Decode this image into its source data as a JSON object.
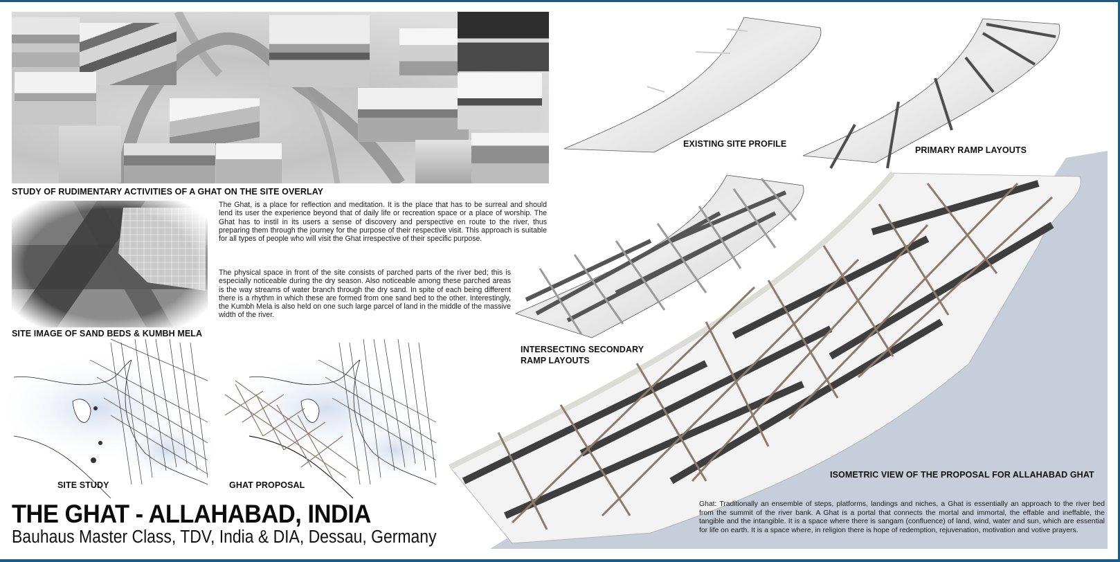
{
  "board": {
    "title": "THE GHAT - ALLAHABAD, INDIA",
    "subtitle": "Bauhaus Master Class, TDV, India & DIA, Dessau, Germany",
    "colors": {
      "frame": "#1d5a86",
      "water": "#c5ced9",
      "ramp_dark": "#4b4b4b",
      "ramp_timber": "#8d7a6b"
    }
  },
  "captions": {
    "collage": "STUDY OF RUDIMENTARY ACTIVITIES OF A GHAT ON THE SITE OVERLAY",
    "aerial": "SITE IMAGE OF SAND BEDS & KUMBH MELA",
    "site_study": "SITE STUDY",
    "ghat_proposal": "GHAT PROPOSAL",
    "existing_profile": "EXISTING SITE PROFILE",
    "primary_ramps": "PRIMARY RAMP LAYOUTS",
    "secondary_ramps_line1": "INTERSECTING SECONDARY",
    "secondary_ramps_line2": "RAMP LAYOUTS",
    "isometric": "ISOMETRIC VIEW OF THE PROPOSAL FOR ALLAHABAD GHAT"
  },
  "text": {
    "intro": "The Ghat, is a place for reflection and meditation. It is the place that has to be surreal and should lend its user the experience beyond that of daily life or recreation space or a place of worship. The Ghat has to instil in its users a sense of discovery and perspective en route to the river, thus preparing them through the journey for the purpose of their respective visit. This approach is suitable for all types of people who will visit the Ghat irrespective of their specific purpose.",
    "physical_space": "The physical space in front of the site consists of parched parts of the river bed; this is especially noticeable during the dry season. Also noticeable among these parched areas is the way streams of water branch through the dry sand. In spite of each being different there is a rhythm in which these are formed from one sand bed to the other. Interestingly, the Kumbh Mela is also held on one such large parcel of land in the middle of the massive width of the river.",
    "ghat_definition": "Ghat: Traditionally an ensemble of steps, platforms, landings and niches, a Ghat is essentially an approach to the river bed from the summit of the river bank. A Ghat is a portal that connects the mortal and immortal, the effable and ineffable, the tangible and the intangible. It is a space where there is sangam (confluence) of land, wind, water and sun, which are essential for life on earth. It is a space where, in religion there is hope of redemption, rejuvenation, motivation and votive prayers."
  }
}
